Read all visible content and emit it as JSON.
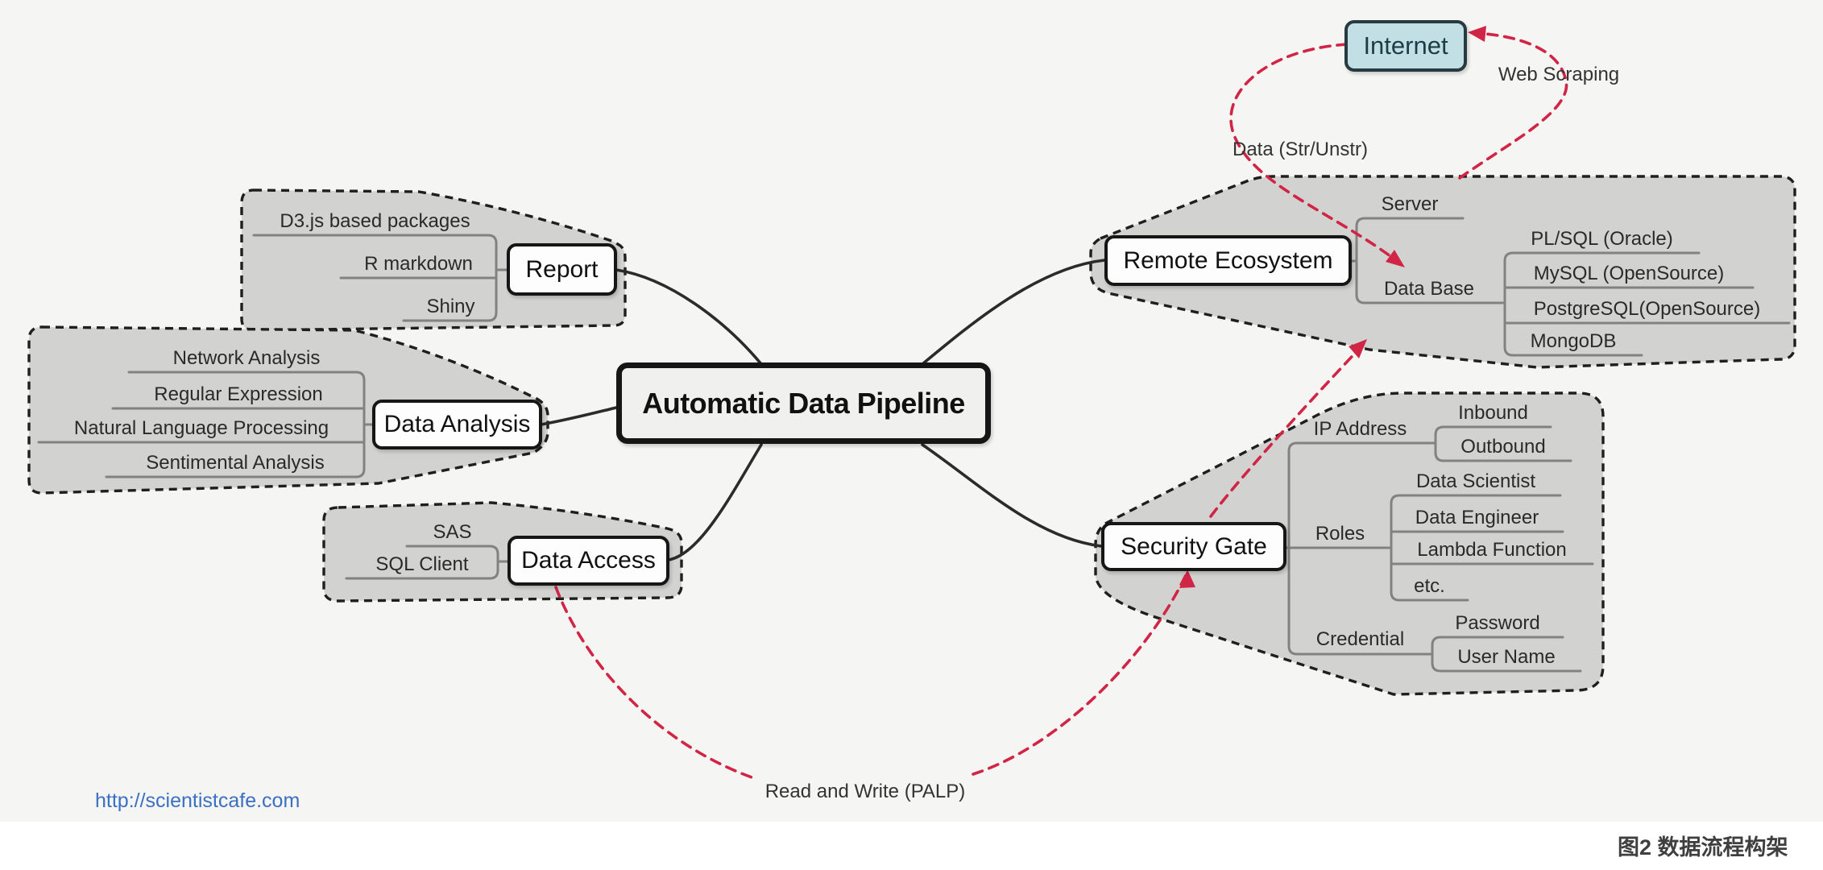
{
  "center": {
    "label": "Automatic Data Pipeline"
  },
  "internet": {
    "label": "Internet"
  },
  "flow_labels": {
    "web_scraping": "Web Scraping",
    "data_str_unstr": "Data (Str/Unstr)",
    "read_and_write": "Read and Write (PALP)"
  },
  "branches": {
    "report": {
      "label": "Report",
      "children": [
        "D3.js based packages",
        "R markdown",
        "Shiny"
      ]
    },
    "data_analysis": {
      "label": "Data Analysis",
      "children": [
        "Network Analysis",
        "Regular Expression",
        "Natural Language Processing",
        "Sentimental Analysis"
      ]
    },
    "data_access": {
      "label": "Data Access",
      "children": [
        "SAS",
        "SQL Client"
      ]
    },
    "remote_ecosystem": {
      "label": "Remote Ecosystem",
      "server": {
        "label": "Server"
      },
      "data_base": {
        "label": "Data Base",
        "children": [
          "PL/SQL (Oracle)",
          "MySQL (OpenSource)",
          "PostgreSQL(OpenSource)",
          "MongoDB"
        ]
      }
    },
    "security_gate": {
      "label": "Security Gate",
      "ip_address": {
        "label": "IP Address",
        "children": [
          "Inbound",
          "Outbound"
        ]
      },
      "roles": {
        "label": "Roles",
        "children": [
          "Data Scientist",
          "Data Engineer",
          "Lambda Function",
          "etc."
        ]
      },
      "credential": {
        "label": "Credential",
        "children": [
          "Password",
          "User Name"
        ]
      }
    }
  },
  "footer": {
    "link": "http://scientistcafe.com",
    "caption": "图2  数据流程构架"
  },
  "colors": {
    "accent_red": "#d12546",
    "blob_fill": "#d2d2d0",
    "internet_fill": "#c3dfe6",
    "link_blue": "#3a70c2"
  }
}
